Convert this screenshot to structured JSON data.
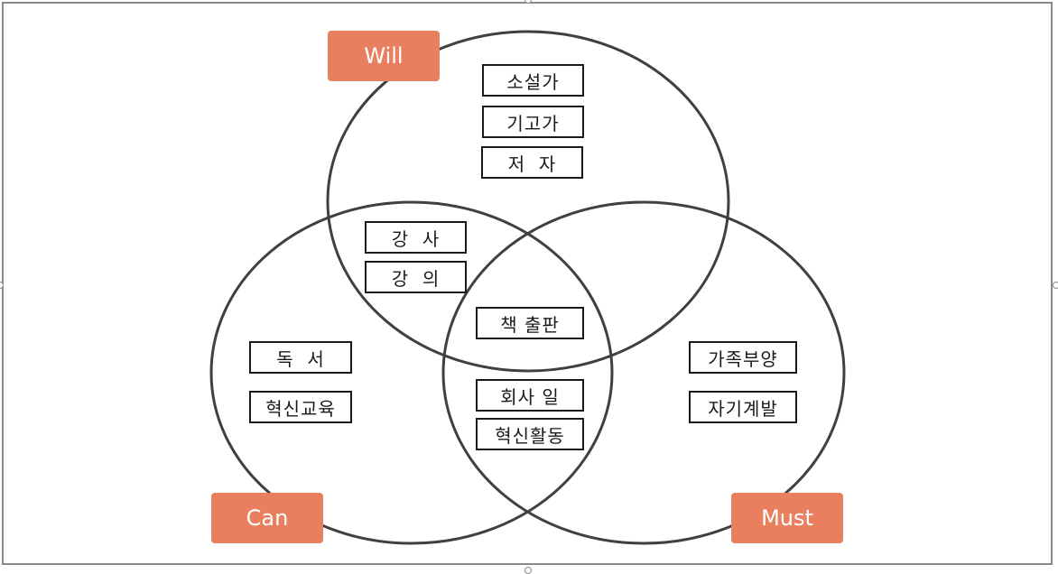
{
  "colors": {
    "tag_fill": "#E8805F",
    "circle_stroke": "#404040",
    "box_border": "#1a1a1a"
  },
  "labels": {
    "will": "Will",
    "can": "Can",
    "must": "Must"
  },
  "items": {
    "will_only": [
      "소설가",
      "기고가",
      "저  자"
    ],
    "will_can": [
      "강  사",
      "강  의"
    ],
    "center": "책 출판",
    "can_must": [
      "회사 일",
      "혁신활동"
    ],
    "can_only": [
      "독  서",
      "혁신교육"
    ],
    "must_only": [
      "가족부양",
      "자기계발"
    ]
  }
}
